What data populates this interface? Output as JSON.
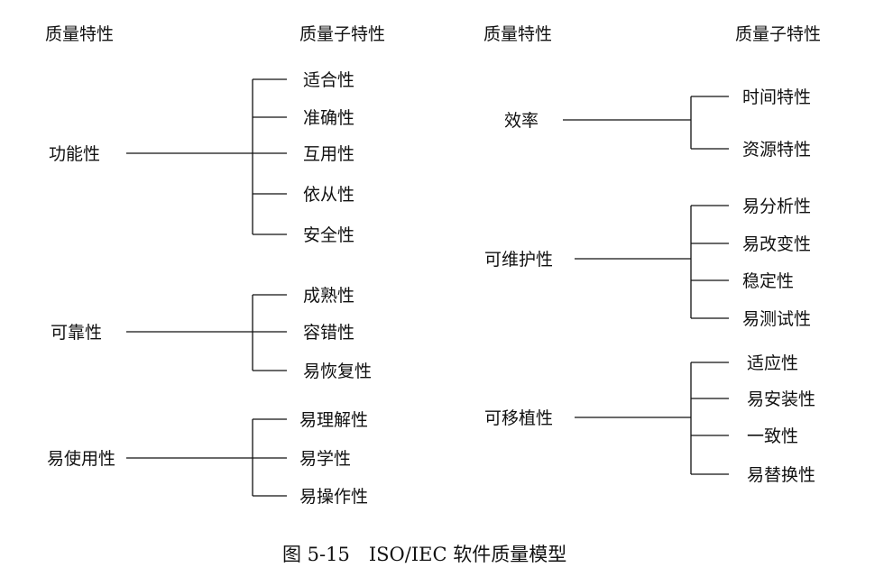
{
  "headers": {
    "left_characteristic": "质量特性",
    "left_subcharacteristic": "质量子特性",
    "right_characteristic": "质量特性",
    "right_subcharacteristic": "质量子特性"
  },
  "groups": [
    {
      "id": "functionality",
      "label": "功能性",
      "children": [
        "适合性",
        "准确性",
        "互用性",
        "依从性",
        "安全性"
      ]
    },
    {
      "id": "reliability",
      "label": "可靠性",
      "children": [
        "成熟性",
        "容错性",
        "易恢复性"
      ]
    },
    {
      "id": "usability",
      "label": "易使用性",
      "children": [
        "易理解性",
        "易学性",
        "易操作性"
      ]
    },
    {
      "id": "efficiency",
      "label": "效率",
      "children": [
        "时间特性",
        "资源特性"
      ]
    },
    {
      "id": "maintainability",
      "label": "可维护性",
      "children": [
        "易分析性",
        "易改变性",
        "稳定性",
        "易测试性"
      ]
    },
    {
      "id": "portability",
      "label": "可移植性",
      "children": [
        "适应性",
        "易安装性",
        "一致性",
        "易替换性"
      ]
    }
  ],
  "caption": "图 5-15　ISO/IEC 软件质量模型"
}
